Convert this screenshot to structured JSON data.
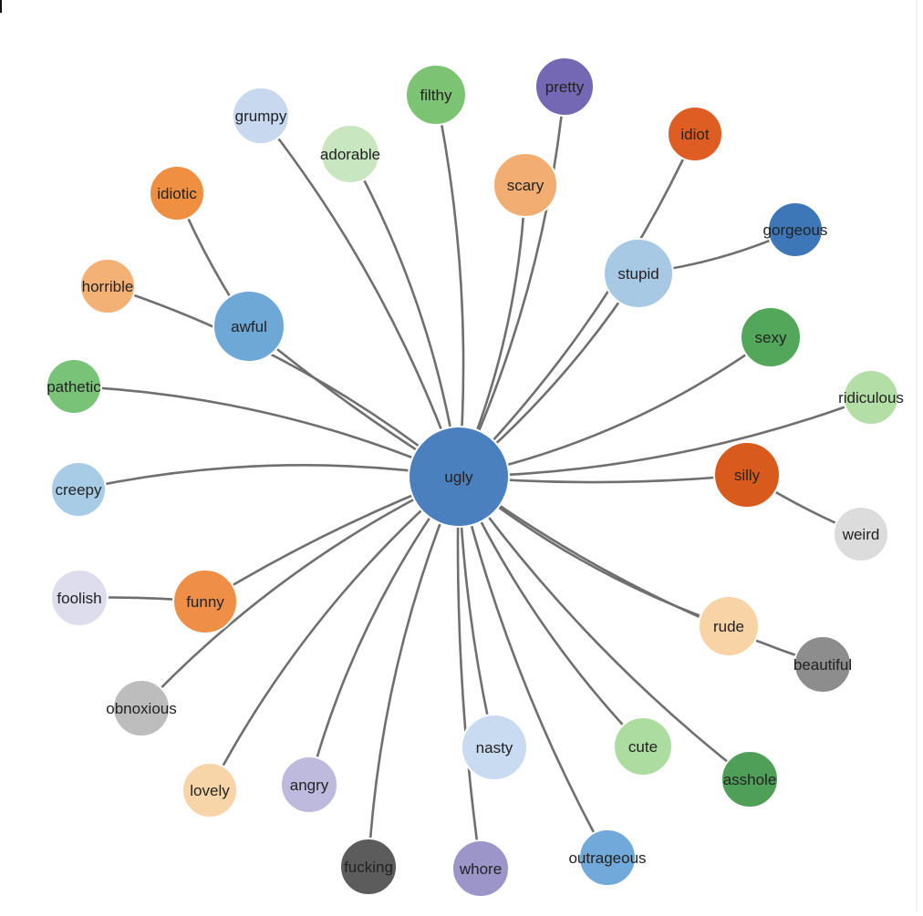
{
  "graph": {
    "center": {
      "label": "ugly",
      "color": "#4a80bd"
    },
    "nodes": [
      {
        "id": "grumpy",
        "label": "grumpy",
        "color": "#c7d8ef"
      },
      {
        "id": "filthy",
        "label": "filthy",
        "color": "#7cc373"
      },
      {
        "id": "pretty",
        "label": "pretty",
        "color": "#7468b4"
      },
      {
        "id": "adorable",
        "label": "adorable",
        "color": "#c8e7c0"
      },
      {
        "id": "scary",
        "label": "scary",
        "color": "#f2ae72"
      },
      {
        "id": "idiot",
        "label": "idiot",
        "color": "#de5d22"
      },
      {
        "id": "idiotic",
        "label": "idiotic",
        "color": "#ef8f42"
      },
      {
        "id": "gorgeous",
        "label": "gorgeous",
        "color": "#3e77b7"
      },
      {
        "id": "stupid",
        "label": "stupid",
        "color": "#a7c9e4"
      },
      {
        "id": "horrible",
        "label": "horrible",
        "color": "#f4b176"
      },
      {
        "id": "awful",
        "label": "awful",
        "color": "#6ea8d7"
      },
      {
        "id": "sexy",
        "label": "sexy",
        "color": "#53a75b"
      },
      {
        "id": "pathetic",
        "label": "pathetic",
        "color": "#78c377"
      },
      {
        "id": "ridiculous",
        "label": "ridiculous",
        "color": "#b3dea6"
      },
      {
        "id": "silly",
        "label": "silly",
        "color": "#d95a1d"
      },
      {
        "id": "creepy",
        "label": "creepy",
        "color": "#a8cbe6"
      },
      {
        "id": "weird",
        "label": "weird",
        "color": "#dcdcdc"
      },
      {
        "id": "foolish",
        "label": "foolish",
        "color": "#ddddee"
      },
      {
        "id": "funny",
        "label": "funny",
        "color": "#ef8f47"
      },
      {
        "id": "rude",
        "label": "rude",
        "color": "#f7d3a6"
      },
      {
        "id": "beautiful",
        "label": "beautiful",
        "color": "#8d8d8d"
      },
      {
        "id": "obnoxious",
        "label": "obnoxious",
        "color": "#bdbdbd"
      },
      {
        "id": "nasty",
        "label": "nasty",
        "color": "#c9dbf0"
      },
      {
        "id": "cute",
        "label": "cute",
        "color": "#acdc9f"
      },
      {
        "id": "lovely",
        "label": "lovely",
        "color": "#f8d5a8"
      },
      {
        "id": "angry",
        "label": "angry",
        "color": "#bdbade"
      },
      {
        "id": "asshole",
        "label": "asshole",
        "color": "#4f9f58"
      },
      {
        "id": "fucking",
        "label": "fucking",
        "color": "#5c5c5c"
      },
      {
        "id": "whore",
        "label": "whore",
        "color": "#9b95c9"
      },
      {
        "id": "outrageous",
        "label": "outrageous",
        "color": "#70a9da"
      }
    ],
    "edges": [
      [
        "ugly",
        "grumpy"
      ],
      [
        "ugly",
        "filthy"
      ],
      [
        "ugly",
        "pretty"
      ],
      [
        "ugly",
        "adorable"
      ],
      [
        "ugly",
        "scary"
      ],
      [
        "ugly",
        "idiot"
      ],
      [
        "ugly",
        "stupid"
      ],
      [
        "stupid",
        "gorgeous"
      ],
      [
        "ugly",
        "awful"
      ],
      [
        "awful",
        "idiotic"
      ],
      [
        "ugly",
        "horrible"
      ],
      [
        "ugly",
        "sexy"
      ],
      [
        "ugly",
        "pathetic"
      ],
      [
        "ugly",
        "ridiculous"
      ],
      [
        "ugly",
        "silly"
      ],
      [
        "silly",
        "weird"
      ],
      [
        "ugly",
        "creepy"
      ],
      [
        "ugly",
        "funny"
      ],
      [
        "funny",
        "foolish"
      ],
      [
        "ugly",
        "rude"
      ],
      [
        "ugly",
        "beautiful"
      ],
      [
        "ugly",
        "obnoxious"
      ],
      [
        "ugly",
        "nasty"
      ],
      [
        "ugly",
        "cute"
      ],
      [
        "ugly",
        "lovely"
      ],
      [
        "ugly",
        "angry"
      ],
      [
        "ugly",
        "asshole"
      ],
      [
        "ugly",
        "fucking"
      ],
      [
        "ugly",
        "whore"
      ],
      [
        "ugly",
        "outrageous"
      ]
    ]
  }
}
